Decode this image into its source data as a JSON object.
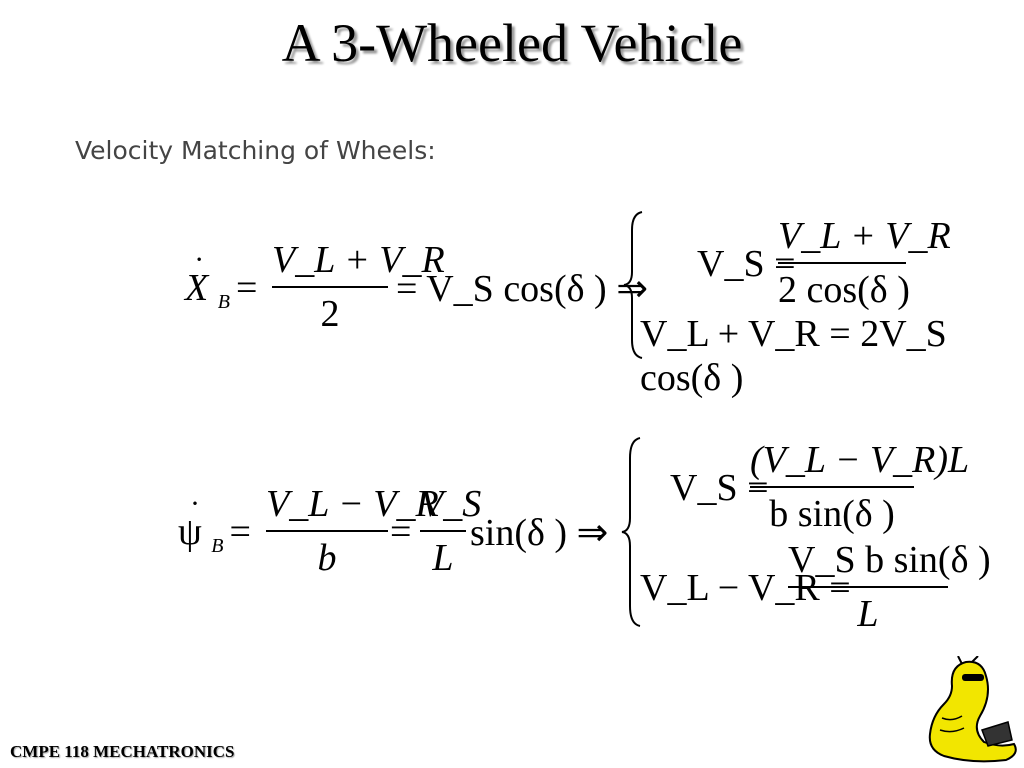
{
  "title": "A 3-Wheeled Vehicle",
  "subtitle": "Velocity Matching of Wheels:",
  "footer": "CMPE 118 MECHATRONICS",
  "eq1": {
    "lhs": "X",
    "lhs_sub": "B",
    "frac_num": "V_L + V_R",
    "frac_den": "2",
    "mid": "= V_S cos(δ ) ⇒",
    "case1_lhs": "V_S =",
    "case1_num": "V_L + V_R",
    "case1_den": "2 cos(δ )",
    "case2": "V_L + V_R = 2V_S cos(δ )"
  },
  "eq2": {
    "lhs": "ψ",
    "lhs_sub": "B",
    "frac1_num": "V_L − V_R",
    "frac1_den": "b",
    "frac2_num": "V_S",
    "frac2_den": "L",
    "mid": "sin(δ ) ⇒",
    "case1_lhs": "V_S =",
    "case1_num": "(V_L − V_R)L",
    "case1_den": "b sin(δ )",
    "case2_lhs": "V_L − V_R =",
    "case2_num": "V_S b sin(δ )",
    "case2_den": "L"
  },
  "mascot_icon": "banana-slug-mascot-icon",
  "colors": {
    "title_shadow": "#9a9a9a",
    "subtitle": "#444444",
    "mascot": "#f2e600"
  }
}
